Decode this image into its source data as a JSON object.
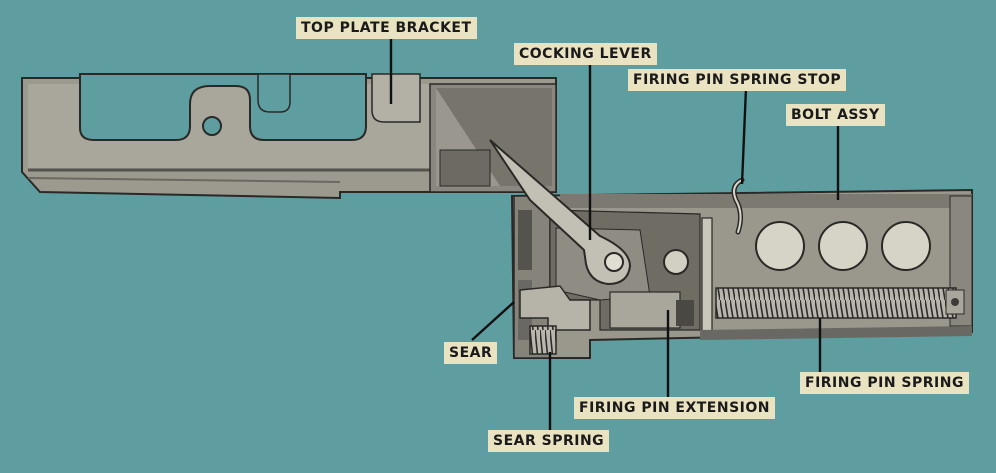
{
  "labels": {
    "top_plate_bracket": "TOP PLATE BRACKET",
    "cocking_lever": "COCKING LEVER",
    "firing_pin_spring_stop": "FIRING PIN SPRING STOP",
    "bolt_assy": "BOLT ASSY",
    "sear": "SEAR",
    "firing_pin_spring": "FIRING PIN SPRING",
    "firing_pin_extension": "FIRING PIN EXTENSION",
    "sear_spring": "SEAR SPRING"
  },
  "colors": {
    "background": "#5e9ea1",
    "label_bg": "#e9e3c2",
    "metal_light": "#a7a49a",
    "metal_mid": "#8e8b82",
    "metal_dark": "#3e3c38",
    "leader": "#111111"
  }
}
